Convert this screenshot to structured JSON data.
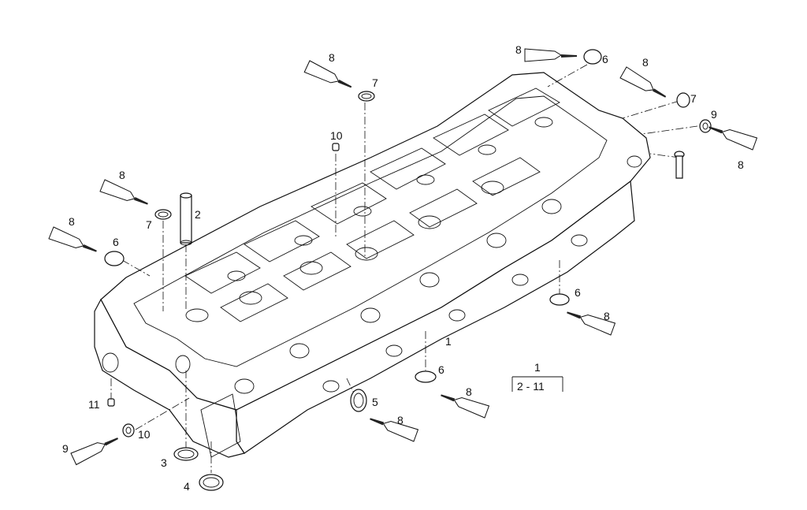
{
  "callouts": [
    {
      "id": "c1",
      "label": "1"
    },
    {
      "id": "c2",
      "label": "2"
    },
    {
      "id": "c3",
      "label": "3"
    },
    {
      "id": "c4",
      "label": "4"
    },
    {
      "id": "c5",
      "label": "5"
    },
    {
      "id": "c6a",
      "label": "6"
    },
    {
      "id": "c6b",
      "label": "6"
    },
    {
      "id": "c6c",
      "label": "6"
    },
    {
      "id": "c6d",
      "label": "6"
    },
    {
      "id": "c7a",
      "label": "7"
    },
    {
      "id": "c7b",
      "label": "7"
    },
    {
      "id": "c7c",
      "label": "7"
    },
    {
      "id": "c8a",
      "label": "8"
    },
    {
      "id": "c8b",
      "label": "8"
    },
    {
      "id": "c8c",
      "label": "8"
    },
    {
      "id": "c8d",
      "label": "8"
    },
    {
      "id": "c8e",
      "label": "8"
    },
    {
      "id": "c8f",
      "label": "8"
    },
    {
      "id": "c8g",
      "label": "8"
    },
    {
      "id": "c8h",
      "label": "8"
    },
    {
      "id": "c8i",
      "label": "8"
    },
    {
      "id": "c9a",
      "label": "9"
    },
    {
      "id": "c9b",
      "label": "9"
    },
    {
      "id": "c10a",
      "label": "10"
    },
    {
      "id": "c10b",
      "label": "10"
    },
    {
      "id": "c11",
      "label": "11"
    }
  ],
  "legend": {
    "main": "1",
    "range": "2 - 11"
  }
}
